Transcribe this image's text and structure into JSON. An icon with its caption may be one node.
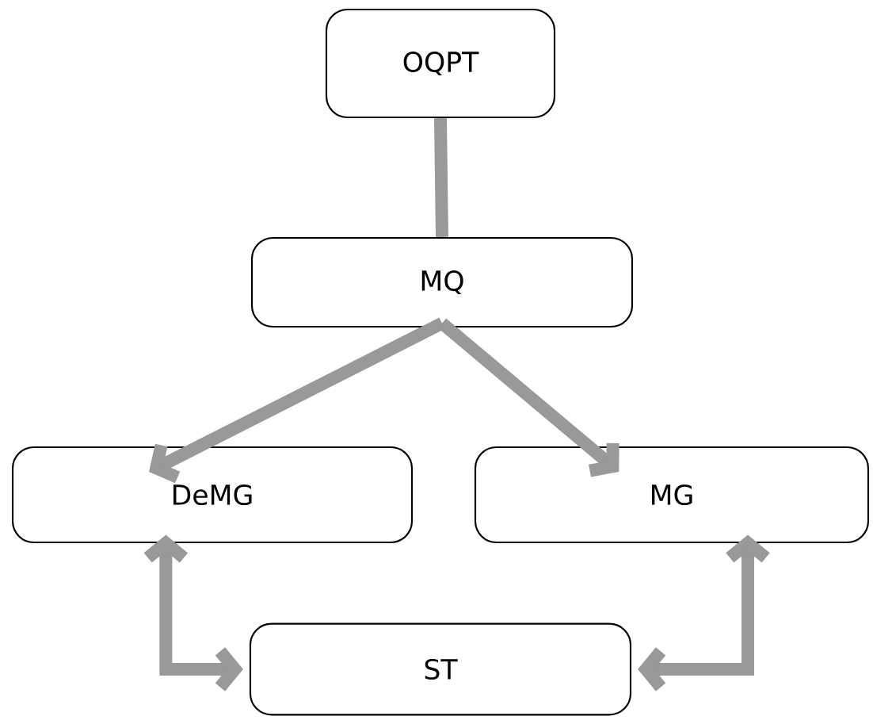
{
  "diagram": {
    "nodes": [
      {
        "text": [
          "OQPT"
        ]
      },
      {
        "text": [
          "MQ"
        ]
      },
      {
        "text": [
          "DeMG"
        ]
      },
      {
        "text": [
          "MG"
        ]
      },
      {
        "text": [
          "ST"
        ]
      }
    ],
    "edges": [
      {
        "from": 0,
        "to": 1,
        "arrow": "none"
      },
      {
        "from": 1,
        "to": 2,
        "arrow": "to"
      },
      {
        "from": 1,
        "to": 3,
        "arrow": "to"
      },
      {
        "from": 2,
        "to": 4,
        "arrow": "both"
      },
      {
        "from": 3,
        "to": 4,
        "arrow": "both"
      }
    ]
  }
}
